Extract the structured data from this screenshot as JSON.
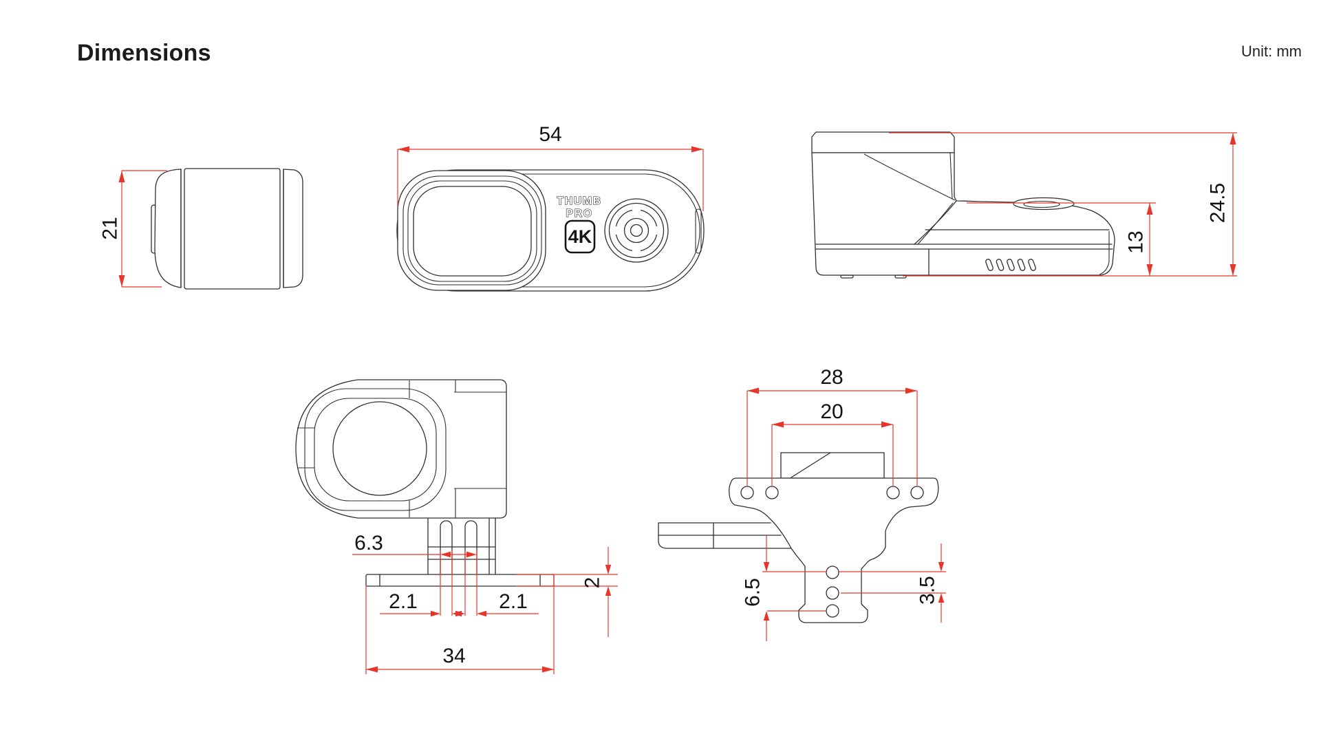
{
  "page": {
    "title": "Dimensions",
    "unit_label": "Unit: mm"
  },
  "colors": {
    "dimension_red": "#e8352b",
    "drawing_line": "#2e2e2e",
    "background": "#ffffff"
  },
  "branding": {
    "logo_line1": "THUMB",
    "logo_line2": "PRO",
    "badge": "4K"
  },
  "views": {
    "side_left": {
      "dims": {
        "height": "21"
      }
    },
    "front": {
      "dims": {
        "width": "54"
      }
    },
    "side_right": {
      "dims": {
        "overall_height": "24.5",
        "body_height": "13"
      }
    },
    "bottom_front": {
      "dims": {
        "slot_span": "6.3",
        "plate_thickness": "2",
        "gap_left": "2.1",
        "gap_right": "2.1",
        "base_width": "34"
      }
    },
    "bottom_rear": {
      "dims": {
        "outer_hole_span": "28",
        "inner_hole_span": "20",
        "hole_group_height": "6.5",
        "hole_pitch": "3.5"
      }
    }
  }
}
